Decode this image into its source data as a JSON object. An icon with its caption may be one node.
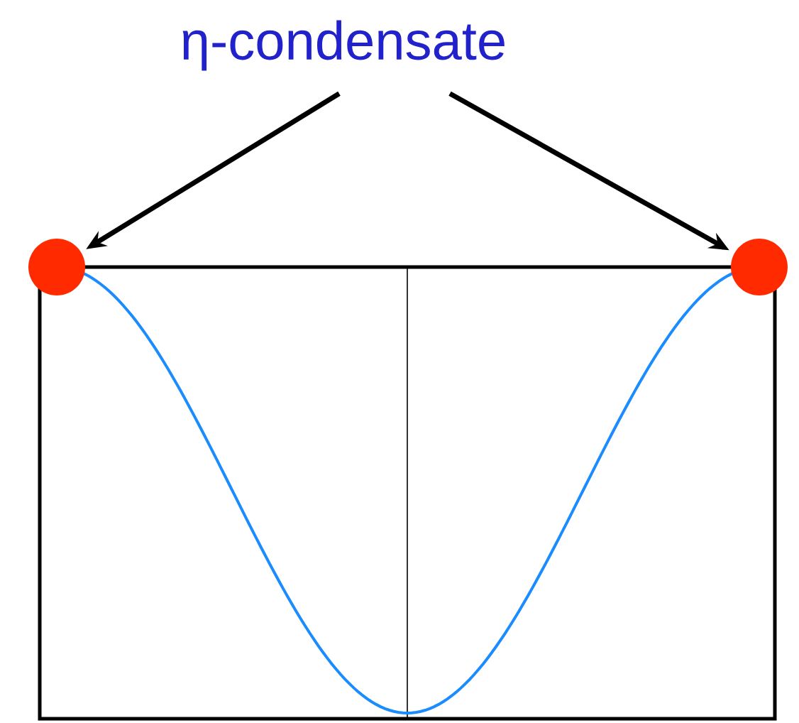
{
  "diagram": {
    "nodes": [
      {
        "text": [
          "η-condensate"
        ]
      },
      {
        "text": [],
        "shape": "circle"
      },
      {
        "text": [],
        "shape": "circle"
      }
    ],
    "edges": [
      {
        "from": 0,
        "to": 1,
        "arrow": "to"
      },
      {
        "from": 0,
        "to": 2,
        "arrow": "to"
      }
    ]
  }
}
